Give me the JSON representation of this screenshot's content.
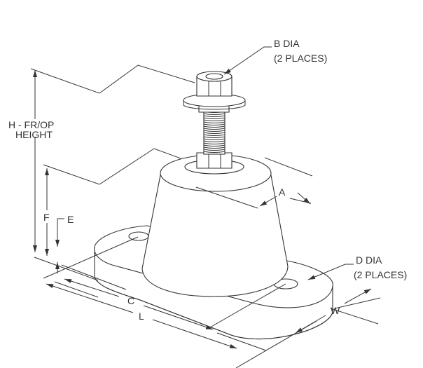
{
  "labels": {
    "b_dia": "B DIA",
    "b_places": "(2 PLACES)",
    "d_dia": "D DIA",
    "d_places": "(2 PLACES)",
    "h_line1": "H - FR/OP",
    "h_line2": "HEIGHT",
    "a": "A",
    "c": "C",
    "e": "E",
    "f": "F",
    "l": "L",
    "w": "W"
  }
}
